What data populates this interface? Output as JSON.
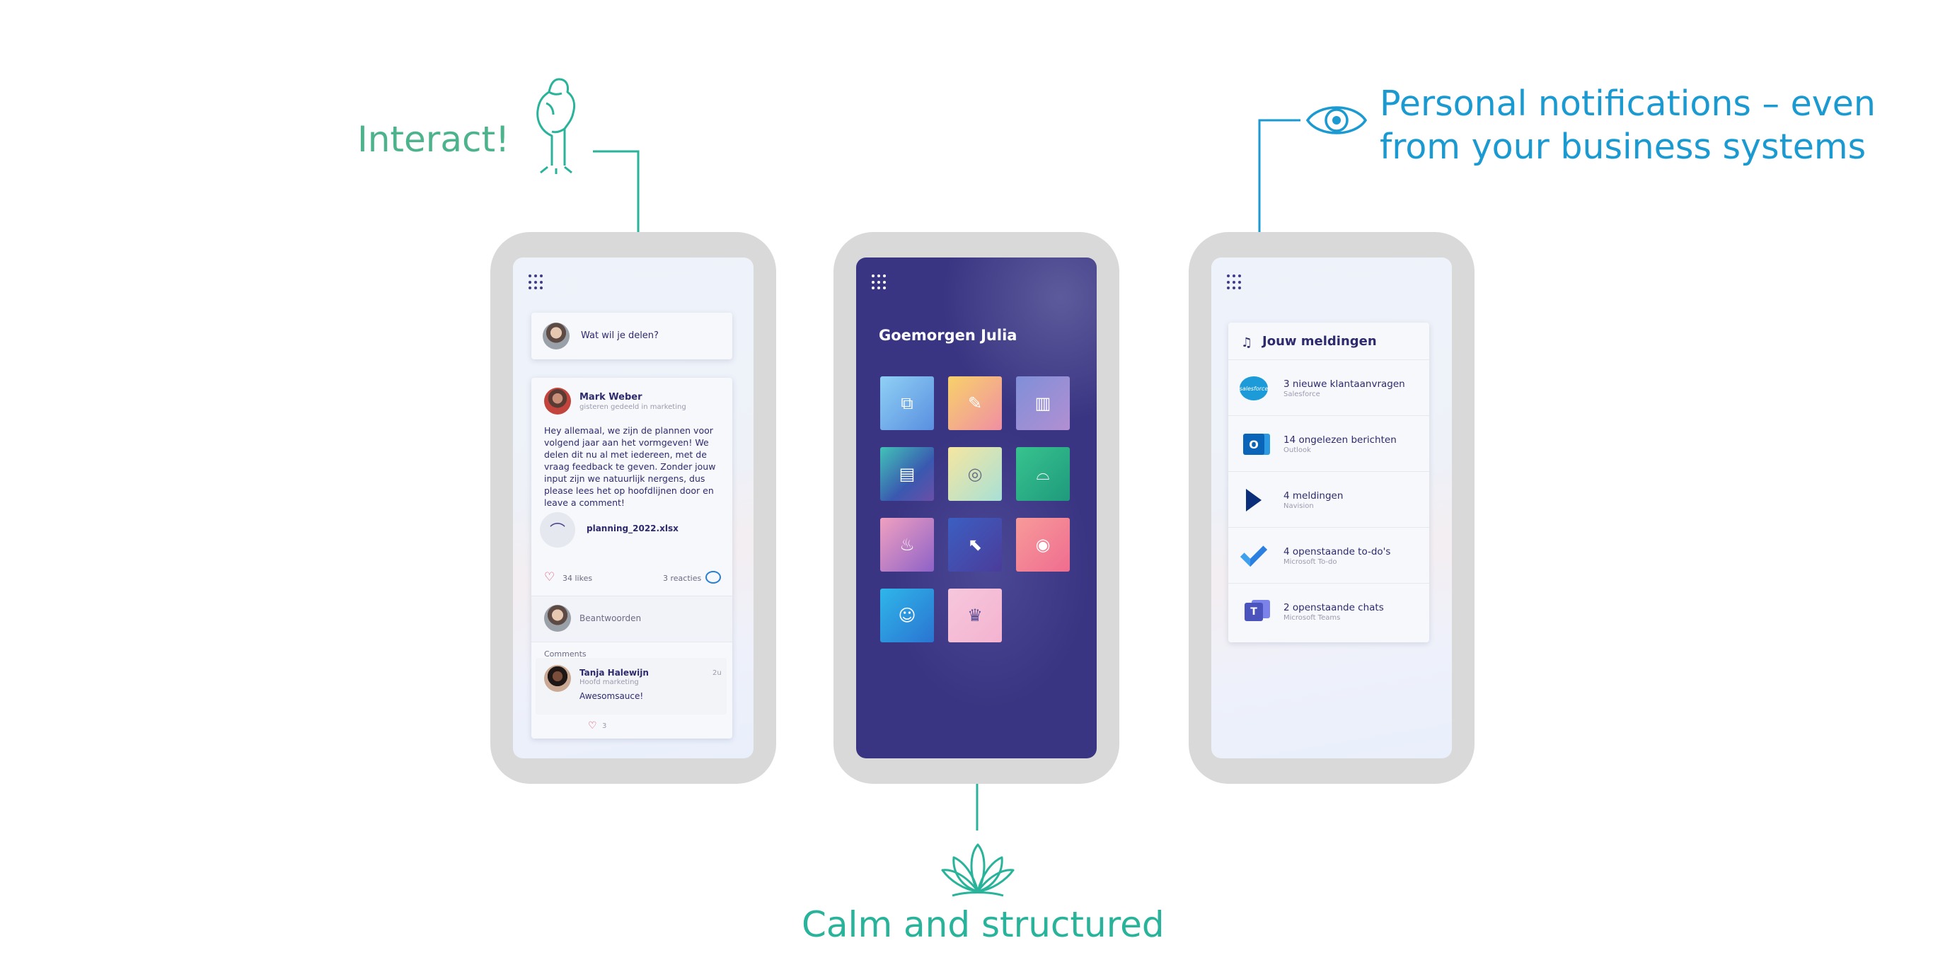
{
  "captions": {
    "interact": "Interact!",
    "notifications_line1": "Personal notifications – even",
    "notifications_line2": "from your business systems",
    "calm": "Calm and structured"
  },
  "phone1": {
    "share_prompt": "Wat wil je delen?",
    "post": {
      "author": "Mark Weber",
      "meta": "gisteren gedeeld in marketing",
      "body": "Hey allemaal, we zijn de plannen voor volgend jaar aan het vormgeven! We delen dit nu al met iedereen, met de vraag feedback te geven. Zonder jouw input zijn we natuurlijk nergens, dus please lees het op hoofdlijnen door en leave a comment!",
      "attachment": "planning_2022.xlsx",
      "likes": "34 likes",
      "reactions": "3 reacties"
    },
    "reply_prompt": "Beantwoorden",
    "comments_label": "Comments",
    "comment": {
      "author": "Tanja Halewijn",
      "role": "Hoofd marketing",
      "time": "2u",
      "text": "Awesomsauce!",
      "likes": "3"
    }
  },
  "phone2": {
    "greeting": "Goemorgen Julia",
    "tiles": [
      {
        "icon": "copy-icon",
        "glyph": "⧉"
      },
      {
        "icon": "paint-bucket-icon",
        "glyph": "✎"
      },
      {
        "icon": "bar-chart-icon",
        "glyph": "▥"
      },
      {
        "icon": "book-icon",
        "glyph": "▤"
      },
      {
        "icon": "fingerprint-icon",
        "glyph": "◎"
      },
      {
        "icon": "shoe-icon",
        "glyph": "⌓"
      },
      {
        "icon": "flame-icon",
        "glyph": "♨"
      },
      {
        "icon": "cursor-icon",
        "glyph": "⬉"
      },
      {
        "icon": "signal-icon",
        "glyph": "◉"
      },
      {
        "icon": "smiley-icon",
        "glyph": "☺"
      },
      {
        "icon": "cake-icon",
        "glyph": "♛"
      }
    ]
  },
  "phone3": {
    "header": "Jouw meldingen",
    "notifications": [
      {
        "title": "3 nieuwe klantaanvragen",
        "source": "Salesforce",
        "icon": "salesforce-icon",
        "icon_text": "salesforce"
      },
      {
        "title": "14 ongelezen berichten",
        "source": "Outlook",
        "icon": "outlook-icon",
        "icon_text": "O"
      },
      {
        "title": "4 meldingen",
        "source": "Navision",
        "icon": "dynamics-icon",
        "icon_text": ""
      },
      {
        "title": "4 openstaande to-do's",
        "source": "Microsoft To-do",
        "icon": "todo-check-icon",
        "icon_text": ""
      },
      {
        "title": "2 openstaande chats",
        "source": "Microsoft Teams",
        "icon": "teams-icon",
        "icon_text": "T"
      }
    ]
  }
}
